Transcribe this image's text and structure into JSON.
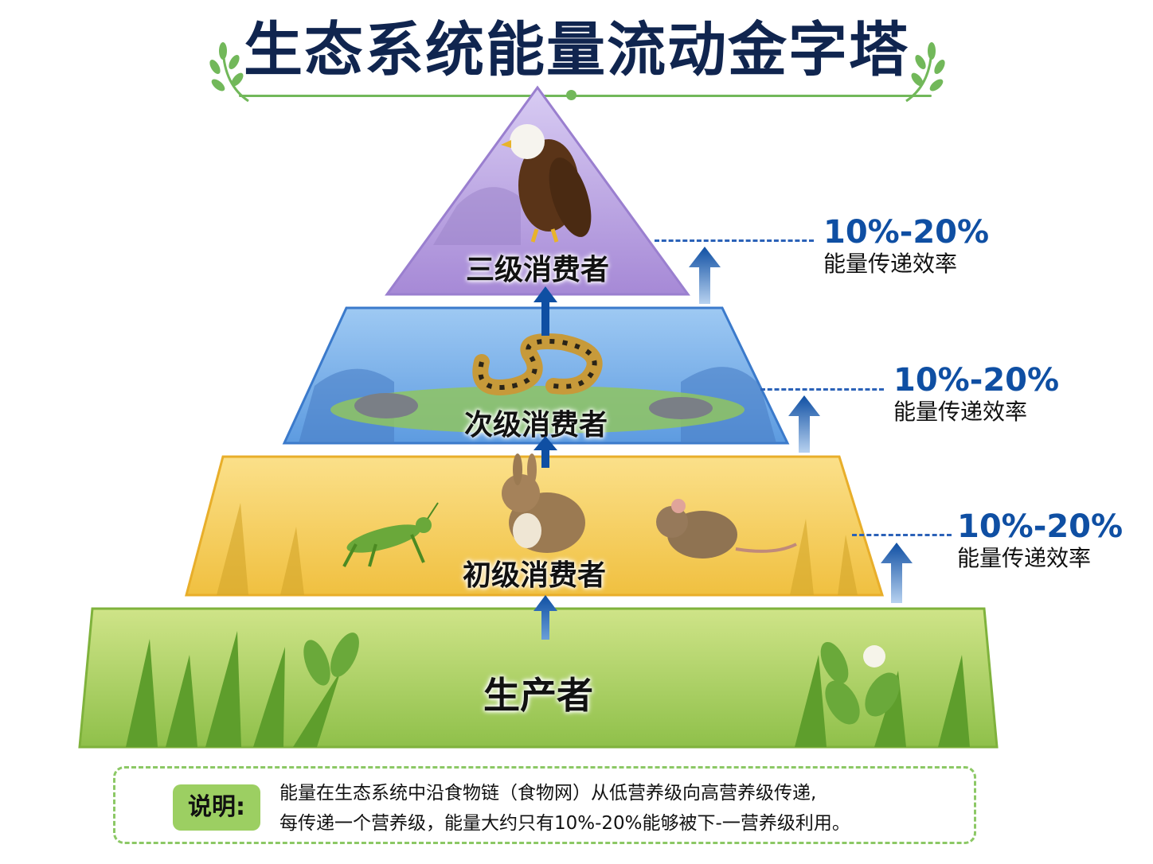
{
  "title": "生态系统能量流动金字塔",
  "colors": {
    "title": "#10254f",
    "accent_green": "#72b85a",
    "arrow_blue": "#0f4fa3",
    "tertiary": "#b49ee0",
    "secondary": "#6aa8e8",
    "primary": "#f6cf55",
    "producer": "#a6d35e"
  },
  "levels": [
    {
      "id": "tertiary",
      "label": "三级消费者",
      "organisms": [
        "eagle"
      ]
    },
    {
      "id": "secondary",
      "label": "次级消费者",
      "organisms": [
        "snake"
      ]
    },
    {
      "id": "primary",
      "label": "初级消费者",
      "organisms": [
        "grasshopper",
        "rabbit",
        "mouse"
      ]
    },
    {
      "id": "producer",
      "label": "生产者",
      "organisms": [
        "grass",
        "leafy-plant",
        "clover-flower"
      ]
    }
  ],
  "efficiency": [
    {
      "pct": "10%-20%",
      "text": "能量传递效率"
    },
    {
      "pct": "10%-20%",
      "text": "能量传递效率"
    },
    {
      "pct": "10%-20%",
      "text": "能量传递效率"
    }
  ],
  "note": {
    "badge": "说明:",
    "line1": "能量在生态系统中沿食物链（食物网）从低营养级向高营养级传递,",
    "line2": "每传递一个营养级，能量大约只有10%-20%能够被下-一营养级利用。"
  }
}
